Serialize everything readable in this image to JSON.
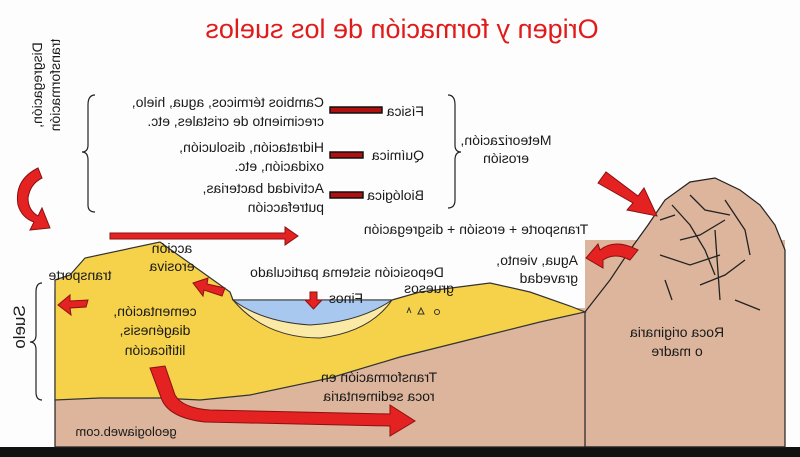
{
  "title": "Origen y formación de los suelos",
  "side_label": [
    "Disgregación,",
    "transformación"
  ],
  "processes": [
    {
      "type": "Física",
      "desc": [
        "Cambios térmicos, agua, hielo,",
        "crecimiento de cristales, etc."
      ]
    },
    {
      "type": "Química",
      "desc": [
        "Hidratación, disolución,",
        "oxidación, etc."
      ]
    },
    {
      "type": "Biológica",
      "desc": [
        "Actividad bacterias,",
        "putrefacción"
      ]
    }
  ],
  "meteorization": [
    "Meteorización,",
    "erosión"
  ],
  "transport_line": "Transporte + erosión + disgregación",
  "agents": [
    "Agua, viento,",
    "gravedad"
  ],
  "deposition": "Deposición sistema particulado",
  "coarse": "gruesos",
  "fines": "Finos",
  "erosive_action": [
    "acción",
    "erosiva"
  ],
  "transport": "transporte",
  "soil": "Suelo",
  "cementation": [
    "cementación,",
    "diagénesis,",
    "litificación"
  ],
  "transformation": [
    "Transformación en",
    "roca sedimentaria"
  ],
  "parent_rock": [
    "Roca originaria",
    "o madre"
  ],
  "credit": "geologiaweb.com",
  "colors": {
    "title": "#e01b1b",
    "arrow": "#e52222",
    "soil": "#f5d24a",
    "rock": "#dcb59c",
    "water": "#a9c8ef",
    "fine_sediment": "#fbeaa6"
  }
}
